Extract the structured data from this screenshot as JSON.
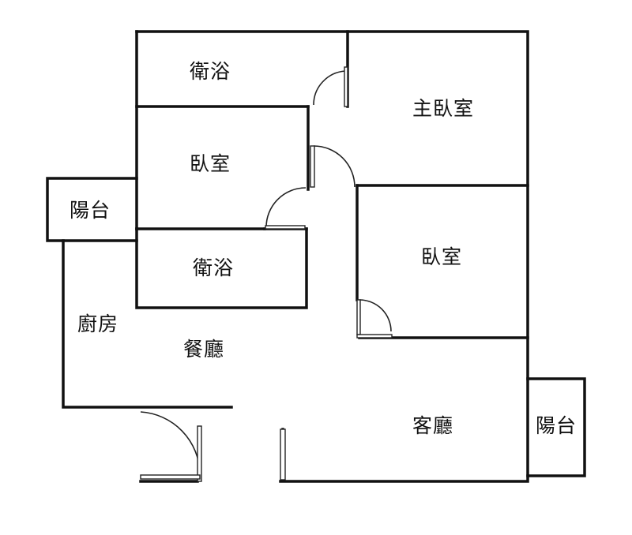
{
  "rooms": {
    "bath_top": "衛浴",
    "master_bedroom": "主臥室",
    "bedroom_left": "臥室",
    "bedroom_right": "臥室",
    "balcony_left": "陽台",
    "bath_mid": "衛浴",
    "kitchen": "廚房",
    "dining": "餐廳",
    "living": "客廳",
    "balcony_right": "陽台"
  }
}
